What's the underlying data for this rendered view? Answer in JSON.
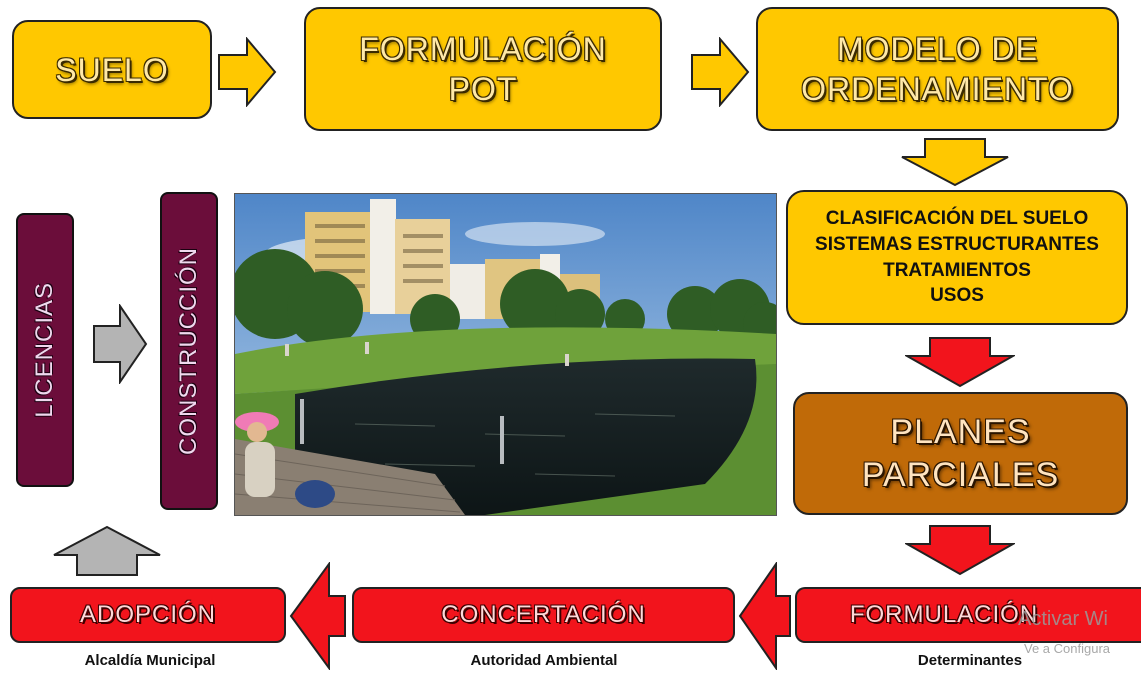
{
  "top_row": {
    "suelo": "SUELO",
    "formulacion_pot_line1": "FORMULACIÓN",
    "formulacion_pot_line2": "POT",
    "modelo_line1": "MODELO DE",
    "modelo_line2": "ORDENAMIENTO"
  },
  "classification": {
    "line1": "CLASIFICACIÓN DEL SUELO",
    "line2": "SISTEMAS ESTRUCTURANTES",
    "line3": "TRATAMIENTOS",
    "line4": "USOS"
  },
  "planes": {
    "line1": "PLANES",
    "line2": "PARCIALES"
  },
  "bottom_row": {
    "formulacion": "FORMULACIÓN",
    "formulacion_caption": "Determinantes",
    "concertacion": "CONCERTACIÓN",
    "concertacion_caption": "Autoridad Ambiental",
    "adopcion": "ADOPCIÓN",
    "adopcion_caption": "Alcaldía Municipal"
  },
  "left_column": {
    "licencias": "LICENCIAS",
    "construccion": "CONSTRUCCIÓN"
  },
  "watermark": {
    "line1": "Activar Wi",
    "line2": "Ve a Configura"
  },
  "colors": {
    "yellow": "#ffc800",
    "brown": "#c06a08",
    "red": "#f2141c",
    "plum": "#6b0d3a",
    "gray_arrow": "#b4b4b4"
  }
}
